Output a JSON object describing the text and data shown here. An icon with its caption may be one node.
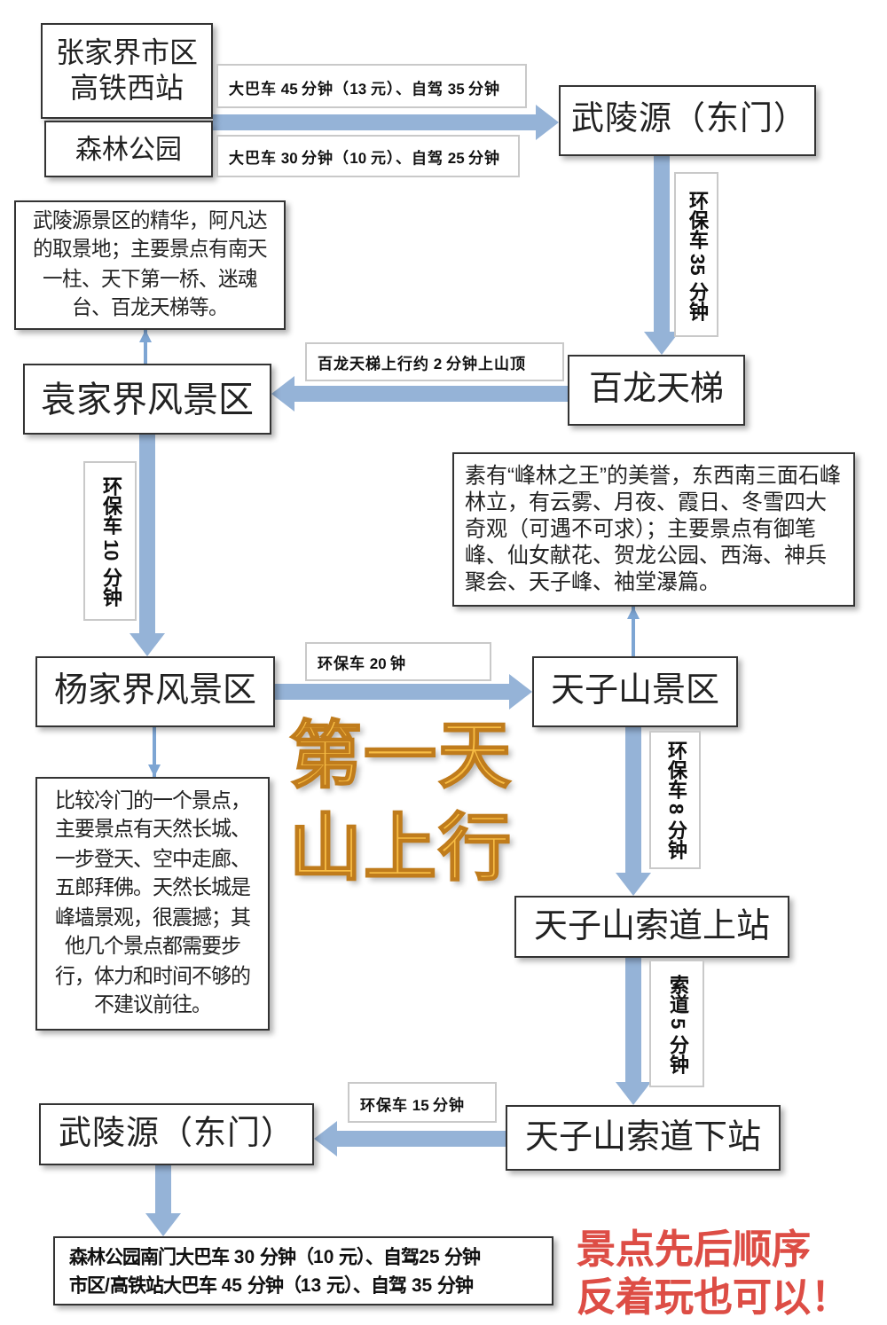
{
  "diagram": {
    "nodes": [
      {
        "text": [
          "张家界市区高铁西站"
        ]
      },
      {
        "text": [
          "森林公园"
        ]
      },
      {
        "text": [
          "武陵源（东门）"
        ]
      },
      {
        "text": [
          "武陵源景区的精华，阿凡达的取景地；主要景点有南天一柱、天下第一桥、迷魂台、百龙天梯等。"
        ]
      },
      {
        "text": [
          "百龙天梯"
        ]
      },
      {
        "text": [
          "袁家界风景区"
        ]
      },
      {
        "text": [
          "杨家界风景区"
        ]
      },
      {
        "text": [
          "天子山景区"
        ]
      },
      {
        "text": [
          "素有“峰林之王”的美誉，东西南三面石峰林立，有云雾、月夜、霞日、冬雪四大奇观（可遇不可求）；主要景点有御笔峰、仙女献花、贺龙公园、西海、神兵聚会、天子峰、袖堂瀑篇。"
        ]
      },
      {
        "text": [
          "比较冷门的一个景点，主要景点有天然长城、一步登天、空中走廊、五郎拜佛。天然长城是峰墙景观，很震撼；其他几个景点都需要步行，体力和时间不够的不建议前往。"
        ]
      },
      {
        "text": [
          "天子山索道上站"
        ]
      },
      {
        "text": [
          "天子山索道下站"
        ]
      },
      {
        "text": [
          "武陵源（东门）"
        ]
      },
      {
        "text": [
          "森林公园南门大巴车 30 分钟（10 元）、自驾25 分钟",
          "市区/高铁站大巴车 45 分钟（13 元）、自驾 35 分钟"
        ]
      }
    ],
    "edges": [
      {
        "from": 0,
        "to": 2,
        "arrow": "to",
        "label": "大巴车 45 分钟（13 元）、自驾 35 分钟",
        "style": "thick"
      },
      {
        "from": 1,
        "to": 2,
        "arrow": "to",
        "label": "大巴车 30 分钟（10 元）、自驾 25 分钟",
        "style": "thick"
      },
      {
        "from": 2,
        "to": 4,
        "arrow": "to",
        "label": "环保车 35 分钟",
        "style": "thick"
      },
      {
        "from": 4,
        "to": 5,
        "arrow": "to",
        "label": "百龙天梯上行约 2 分钟上山顶",
        "style": "thick"
      },
      {
        "from": 5,
        "to": 3,
        "arrow": "to"
      },
      {
        "from": 5,
        "to": 6,
        "arrow": "to",
        "label": "环保车 10 分钟",
        "style": "thick"
      },
      {
        "from": 6,
        "to": 7,
        "arrow": "to",
        "label": "环保车 20 钟",
        "style": "thick"
      },
      {
        "from": 7,
        "to": 8,
        "arrow": "to"
      },
      {
        "from": 6,
        "to": 9,
        "arrow": "to"
      },
      {
        "from": 7,
        "to": 10,
        "arrow": "to",
        "label": "环保车 8 分钟",
        "style": "thick"
      },
      {
        "from": 10,
        "to": 11,
        "arrow": "to",
        "label": "索道 5 分钟",
        "style": "thick"
      },
      {
        "from": 11,
        "to": 12,
        "arrow": "to",
        "label": "环保车 15 分钟",
        "style": "thick"
      },
      {
        "from": 12,
        "to": 13,
        "arrow": "to",
        "style": "thick"
      }
    ],
    "labels": [
      "第一天",
      "山上行",
      "景点先后顺序",
      "反着玩也可以！"
    ]
  }
}
